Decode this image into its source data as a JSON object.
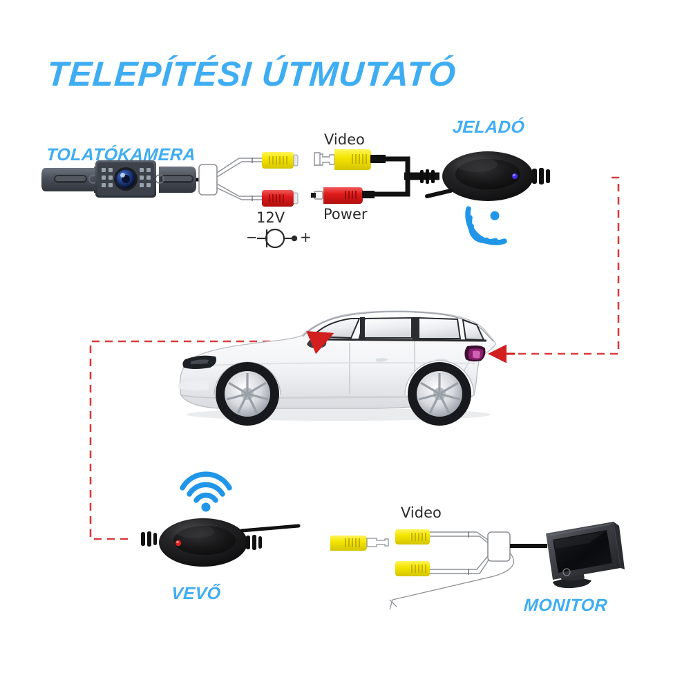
{
  "page": {
    "title": "TELEPÍTÉSI ÚTMUTATÓ",
    "background_color": "#ffffff",
    "accent_color": "#3fadf2",
    "wire_color": "#e03030",
    "text_color": "#2b2b2b"
  },
  "labels": {
    "camera": "TOLATÓKAMERA",
    "transmitter": "JELADÓ",
    "receiver": "VEVŐ",
    "monitor": "MONITOR",
    "video_top": "Video",
    "power_top": "Power",
    "voltage": "12V",
    "minus": "−",
    "plus": "+",
    "video_bottom": "Video"
  },
  "components": {
    "camera": {
      "name": "TOLATÓKAMERA",
      "type": "license-plate-rear-camera",
      "body_color": "#4c5058",
      "lens_color": "#2a4f8f",
      "ir_led_count": 12
    },
    "transmitter": {
      "name": "JELADÓ",
      "type": "wireless-transmitter-pod",
      "body_color": "#1a1a1a",
      "led_color": "#3a2fd8",
      "wifi_icon": "wifi-signal",
      "wifi_direction": "up-right"
    },
    "receiver": {
      "name": "VEVŐ",
      "type": "wireless-receiver-pod",
      "body_color": "#1a1a1a",
      "led_color": "#e02020",
      "wifi_icon": "wifi-signal",
      "wifi_direction": "up"
    },
    "monitor": {
      "name": "MONITOR",
      "type": "lcd-rearview-monitor",
      "bezel_color": "#3a3a3c",
      "screen_color": "#0d0d0f"
    },
    "car": {
      "type": "hatchback-side-view",
      "body_color": "#f4f5f7",
      "mount_points": [
        "windshield-mirror",
        "rear-taillight"
      ]
    }
  },
  "connectors": {
    "video_female_top": {
      "color": "#f5e500",
      "role": "video",
      "gender": "female"
    },
    "video_male_top": {
      "color": "#f5e500",
      "role": "video",
      "gender": "male"
    },
    "power_female_top": {
      "color": "#e01b1b",
      "role": "power",
      "gender": "female"
    },
    "power_male_top": {
      "color": "#e01b1b",
      "role": "power",
      "gender": "male"
    },
    "video_male_bottom": {
      "color": "#f5e500",
      "role": "video",
      "gender": "male"
    },
    "video_female_bottom_a": {
      "color": "#f5e500",
      "role": "video",
      "gender": "female"
    },
    "video_female_bottom_b": {
      "color": "#f5e500",
      "role": "video",
      "gender": "female"
    }
  },
  "wireless_links": [
    {
      "from": "JELADÓ",
      "to": "rear-taillight",
      "style": "red-dashed"
    },
    {
      "from": "windshield-mirror",
      "to": "VEVŐ",
      "style": "red-dashed"
    }
  ]
}
